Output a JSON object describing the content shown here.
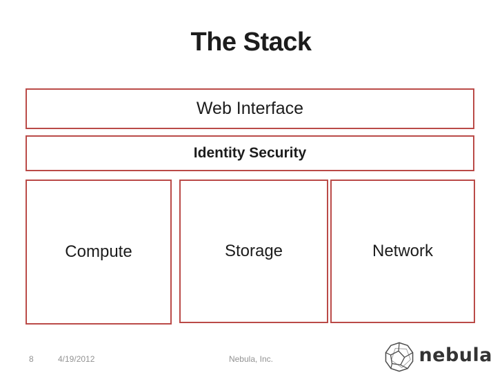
{
  "slide": {
    "title": "The Stack",
    "colors": {
      "border_red": "#ba4a47",
      "text_dark": "#1c1c1c",
      "footer_gray": "#929292",
      "logo_dark": "#333333",
      "background": "#ffffff"
    },
    "layers": [
      {
        "label": "Web Interface"
      },
      {
        "label": "Identity Security"
      }
    ],
    "columns": [
      {
        "label": "Compute"
      },
      {
        "label": "Storage"
      },
      {
        "label": "Network"
      }
    ],
    "footer": {
      "slide_number": "8",
      "date": "4/19/2012",
      "company": "Nebula, Inc.",
      "logo_text": "nebula",
      "logo_icon": "wireframe-polyhedron"
    }
  }
}
